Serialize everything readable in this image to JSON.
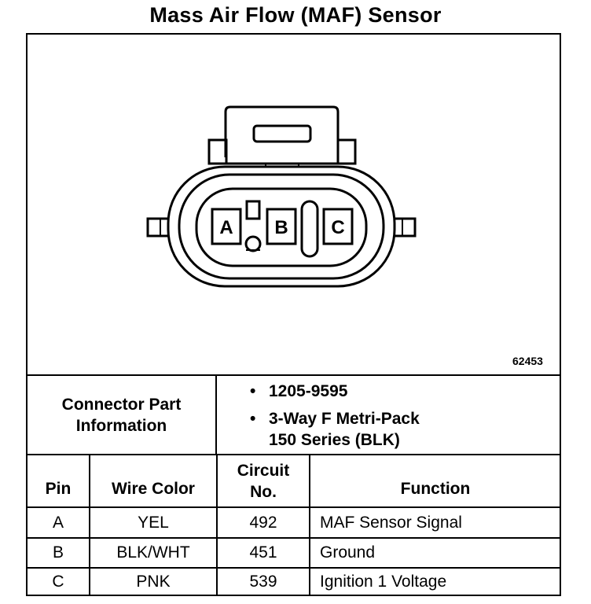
{
  "title": "Mass Air Flow (MAF) Sensor",
  "figure_number": "62453",
  "connector": {
    "pins": [
      "A",
      "B",
      "C"
    ],
    "part_info_label_line1": "Connector Part",
    "part_info_label_line2": "Information",
    "part_number": "1205-9595",
    "description_line1": "3-Way F Metri-Pack",
    "description_line2": "150 Series (BLK)"
  },
  "table": {
    "headers": {
      "pin": "Pin",
      "wire_color": "Wire Color",
      "circuit_line1": "Circuit",
      "circuit_line2": "No.",
      "function": "Function"
    },
    "rows": [
      {
        "pin": "A",
        "wire_color": "YEL",
        "circuit": "492",
        "function": "MAF Sensor Signal"
      },
      {
        "pin": "B",
        "wire_color": "BLK/WHT",
        "circuit": "451",
        "function": "Ground"
      },
      {
        "pin": "C",
        "wire_color": "PNK",
        "circuit": "539",
        "function": "Ignition 1 Voltage"
      }
    ]
  }
}
